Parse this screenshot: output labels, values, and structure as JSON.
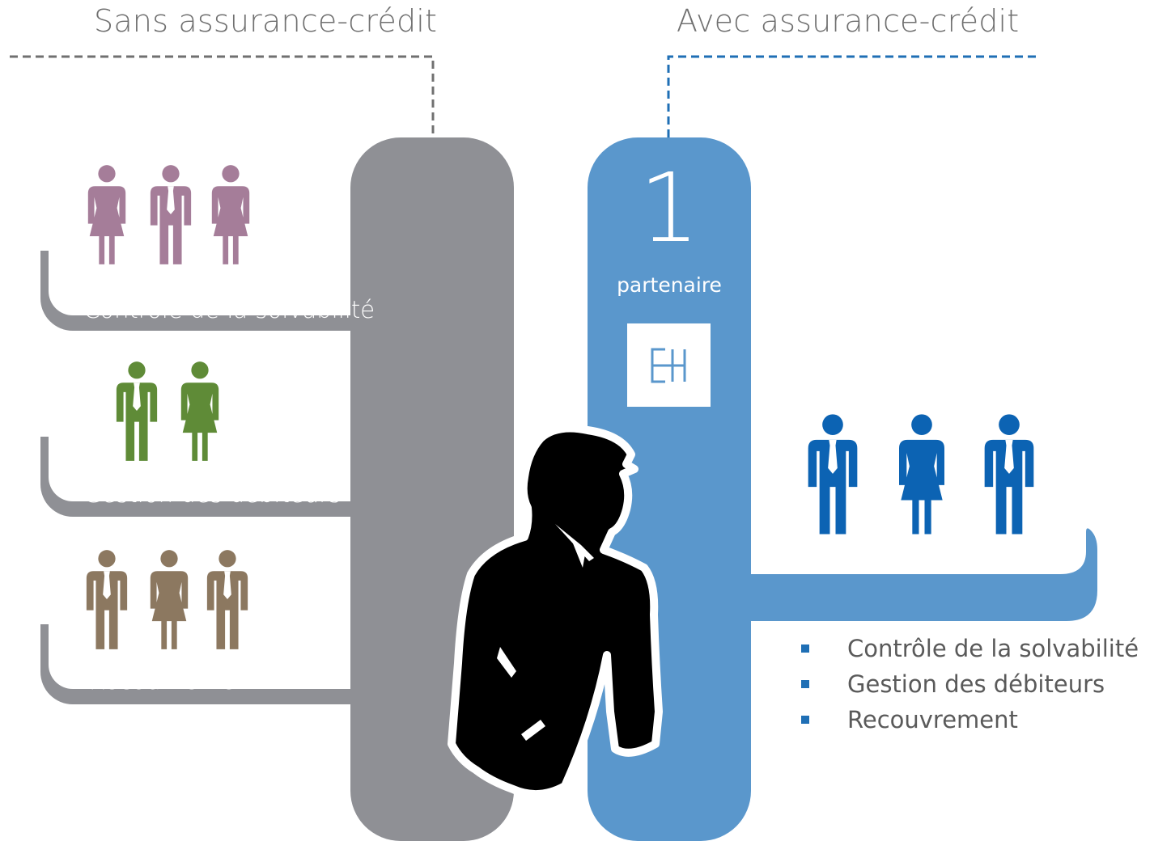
{
  "left_panel": {
    "heading": "Sans assurance-crédit",
    "rows": [
      {
        "label": "Contrôle de la solvabilité",
        "figure_color": "#a57d99",
        "figures": [
          "woman-icon",
          "man-icon",
          "woman-icon"
        ]
      },
      {
        "label": "Gestion des débiteurs",
        "figure_color": "#5f8b37",
        "figures": [
          "man-icon",
          "woman-icon"
        ]
      },
      {
        "label": "Recouvrement",
        "figure_color": "#8c7860",
        "figures": [
          "man-icon",
          "woman-icon",
          "man-icon"
        ]
      }
    ]
  },
  "right_panel": {
    "heading": "Avec assurance-crédit",
    "count": "1",
    "count_label": "partenaire",
    "logo_text": "EH",
    "figure_color": "#0c63b3",
    "figures": [
      "man-icon",
      "woman-icon",
      "man-icon"
    ],
    "bullets": [
      "Contrôle de la solvabilité",
      "Gestion des débiteurs",
      "Recouvrement"
    ]
  },
  "colors": {
    "grey_pillar": "#8f9095",
    "blue_pillar": "#5a97cc",
    "left_dash": "#707070",
    "right_dash": "#1f6fb5",
    "bullet": "#1f6fb5"
  },
  "center_figure": "businessman-silhouette-icon"
}
